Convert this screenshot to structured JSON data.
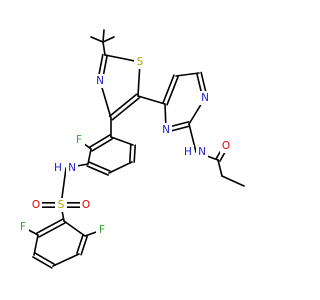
{
  "colors": {
    "background": "#ffffff",
    "bond": "#000000",
    "S": "#b2a200",
    "N": "#1f1fd0",
    "F": "#33a833",
    "O": "#e00000",
    "H": "#1f1fd0"
  },
  "atoms": [
    {
      "id": "S1",
      "label": "S",
      "element": "S"
    },
    {
      "id": "N1",
      "label": "N",
      "element": "N"
    },
    {
      "id": "F1",
      "label": "F",
      "element": "F"
    },
    {
      "id": "N2",
      "label": "N",
      "element": "N"
    },
    {
      "id": "N3",
      "label": "N",
      "element": "N"
    },
    {
      "id": "N4",
      "label": "N",
      "element": "N"
    },
    {
      "id": "H4",
      "label": "H",
      "element": "H"
    },
    {
      "id": "O1",
      "label": "O",
      "element": "O"
    },
    {
      "id": "N5",
      "label": "N",
      "element": "N"
    },
    {
      "id": "H5",
      "label": "H",
      "element": "H"
    },
    {
      "id": "S2",
      "label": "S",
      "element": "S"
    },
    {
      "id": "O2",
      "label": "O",
      "element": "O"
    },
    {
      "id": "O3",
      "label": "O",
      "element": "O"
    },
    {
      "id": "F2",
      "label": "F",
      "element": "F"
    },
    {
      "id": "F3",
      "label": "F",
      "element": "F"
    }
  ]
}
